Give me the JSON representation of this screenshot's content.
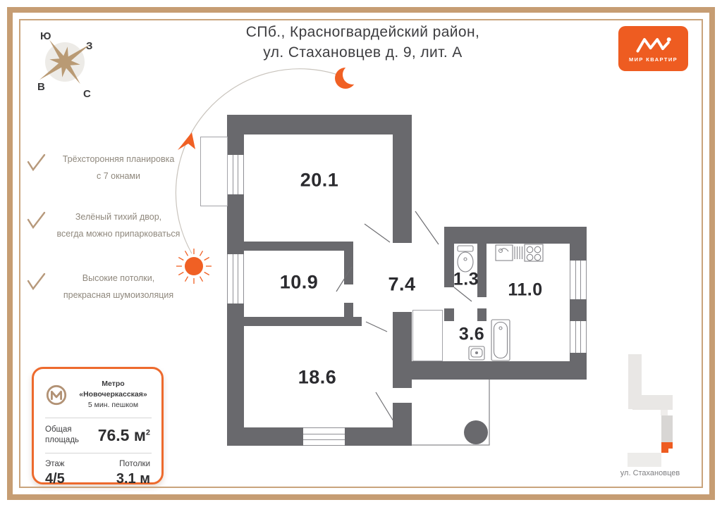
{
  "header": {
    "title_line1": "СПб., Красногвардейский район,",
    "title_line2": "ул. Стахановцев д. 9, лит. А"
  },
  "logo": {
    "brand": "МИР КВАРТИР"
  },
  "compass": {
    "top": "Ю",
    "right": "З",
    "left": "В",
    "bottom": "С"
  },
  "features": [
    {
      "line1": "Трёхсторонняя планировка",
      "line2": "с 7 окнами"
    },
    {
      "line1": "Зелёный тихий двор,",
      "line2": "всегда можно припарковаться"
    },
    {
      "line1": "Высокие потолки,",
      "line2": "прекрасная шумоизоляция"
    }
  ],
  "info_card": {
    "metro_name": "Метро «Новочеркасская»",
    "metro_walk": "5 мин. пешком",
    "area_label_line1": "Общая",
    "area_label_line2": "площадь",
    "area_value": "76.5 м",
    "area_sup": "2",
    "floor_label": "Этаж",
    "floor_value": "4/5",
    "ceiling_label": "Потолки",
    "ceiling_value": "3.1 м"
  },
  "plan": {
    "rooms": [
      {
        "name": "room-20-1",
        "area": "20.1"
      },
      {
        "name": "room-10-9",
        "area": "10.9"
      },
      {
        "name": "room-7-4",
        "area": "7.4"
      },
      {
        "name": "room-1-3",
        "area": "1.3"
      },
      {
        "name": "room-11-0",
        "area": "11.0"
      },
      {
        "name": "room-3-6",
        "area": "3.6"
      },
      {
        "name": "room-18-6",
        "area": "18.6"
      }
    ]
  },
  "minimap": {
    "street_label": "ул. Стахановцев"
  },
  "colors": {
    "accent": "#ee5c21",
    "wall": "#69696d",
    "tan": "#b99a74"
  }
}
